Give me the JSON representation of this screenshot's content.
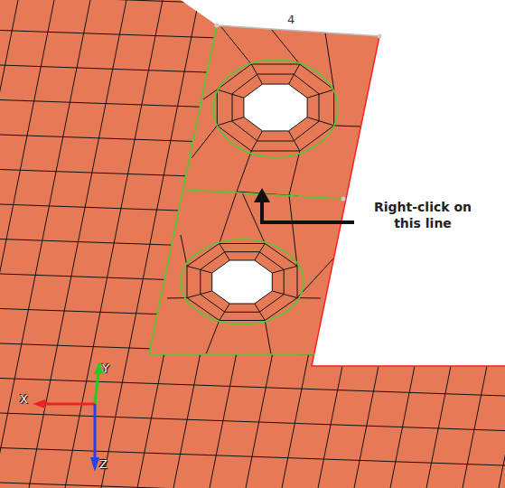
{
  "diagram": {
    "labels": [
      "4",
      "Right-click on this line",
      "Y",
      "X",
      "Z"
    ]
  }
}
